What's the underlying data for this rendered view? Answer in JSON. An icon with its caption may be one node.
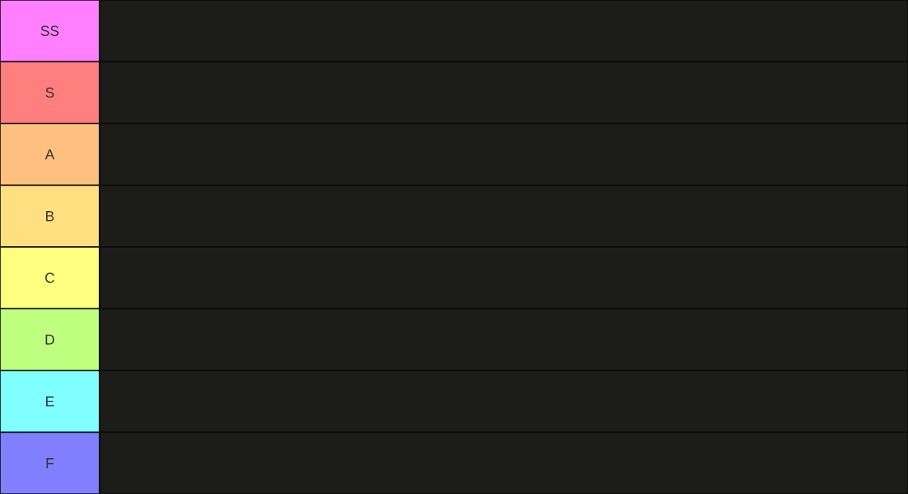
{
  "diagram": {
    "nodes": [
      {
        "text": [
          "SS"
        ]
      },
      {
        "text": [],
        "shape": "box"
      },
      {
        "text": [
          "S"
        ]
      },
      {
        "text": [],
        "shape": "box"
      },
      {
        "text": [
          "A"
        ]
      },
      {
        "text": [],
        "shape": "box"
      },
      {
        "text": [
          "B"
        ]
      },
      {
        "text": [],
        "shape": "box"
      },
      {
        "text": [
          "C"
        ]
      },
      {
        "text": [],
        "shape": "box"
      },
      {
        "text": [
          "D"
        ]
      },
      {
        "text": [],
        "shape": "box"
      },
      {
        "text": [
          "E"
        ]
      },
      {
        "text": [],
        "shape": "box"
      },
      {
        "text": [
          "F"
        ]
      },
      {
        "text": [],
        "shape": "box"
      }
    ]
  }
}
